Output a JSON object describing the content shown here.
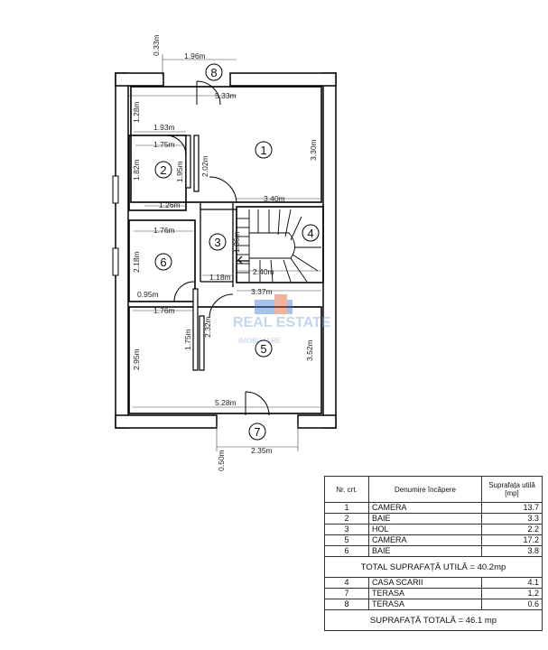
{
  "plan": {
    "dimensions": {
      "wall_thickness": "0.33m",
      "top_opening": "1.96m",
      "room1_width": "5.33m",
      "room1_depth": "3.30m",
      "left_recess": "1.28m",
      "room2_outer_width": "1.93m",
      "room2_inner_width": "1.75m",
      "room2_depth": "1.82m",
      "room2_height_right": "1.95m",
      "room2_bottom": "1.26m",
      "hol_height": "2.02m",
      "room1_bottom": "3.40m",
      "stair_height": "1.86m",
      "stair_width": "2.40m",
      "room6_width": "1.76m",
      "room6_depth": "2.18m",
      "hol_width": "1.18m",
      "room6_door": "0.95m",
      "room5_top": "3.37m",
      "room5_left_width": "1.76m",
      "partition_height": "1.75m",
      "hol_lower": "2.32m",
      "room5_left_depth": "2.95m",
      "room5_depth": "3.52m",
      "room5_width": "5.28m",
      "terrace_width": "2.35m",
      "terrace_depth": "0.50m"
    },
    "room_numbers": [
      "1",
      "2",
      "3",
      "4",
      "5",
      "6",
      "7",
      "8"
    ],
    "watermark": {
      "text": "REAL ESTATE",
      "subtext": "IMOBILIARE"
    }
  },
  "table": {
    "headers": {
      "nr": "Nr. crt.",
      "name": "Denumire încăpere",
      "area": "Suprafața utilă [mp]"
    },
    "rows": [
      {
        "nr": "1",
        "name": "CAMERA",
        "area": "13.7"
      },
      {
        "nr": "2",
        "name": "BAIE",
        "area": "3.3"
      },
      {
        "nr": "3",
        "name": "HOL",
        "area": "2.2"
      },
      {
        "nr": "5",
        "name": "CAMERA",
        "area": "17.2"
      },
      {
        "nr": "6",
        "name": "BAIE",
        "area": "3.8"
      }
    ],
    "total_util": "TOTAL SUPRAFAȚĂ UTILĂ = 40.2mp",
    "extra_rows": [
      {
        "nr": "4",
        "name": "CASA SCARII",
        "area": "4.1"
      },
      {
        "nr": "7",
        "name": "TERASA",
        "area": "1.2"
      },
      {
        "nr": "8",
        "name": "TERASA",
        "area": "0.6"
      }
    ],
    "total": "SUPRAFAȚĂ TOTALĂ = 46.1 mp"
  }
}
